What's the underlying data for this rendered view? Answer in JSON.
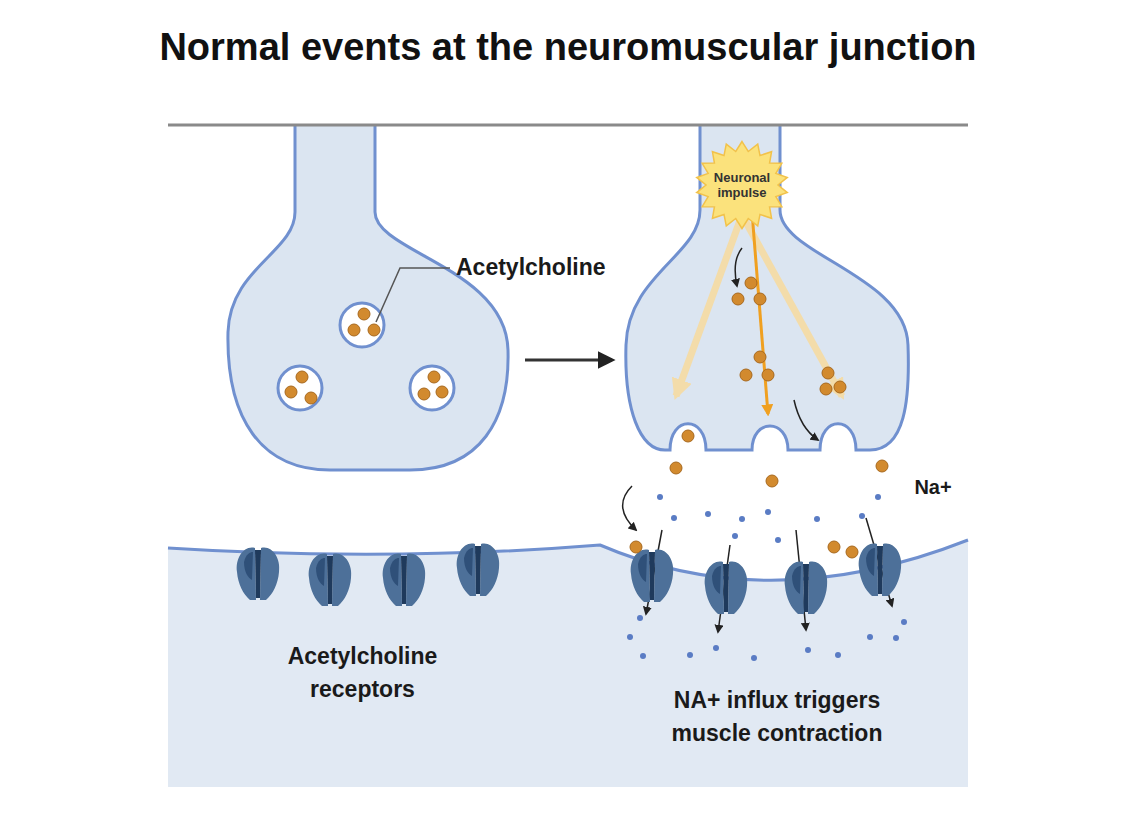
{
  "diagram": {
    "title": "Normal events at the neuromuscular junction",
    "nodes": [
      {
        "text": [
          "Neuronal impulse"
        ]
      }
    ],
    "labels": [
      "Acetylcholine",
      "Na+",
      "Acetylcholine receptors",
      "NA+ influx triggers muscle contraction"
    ]
  }
}
